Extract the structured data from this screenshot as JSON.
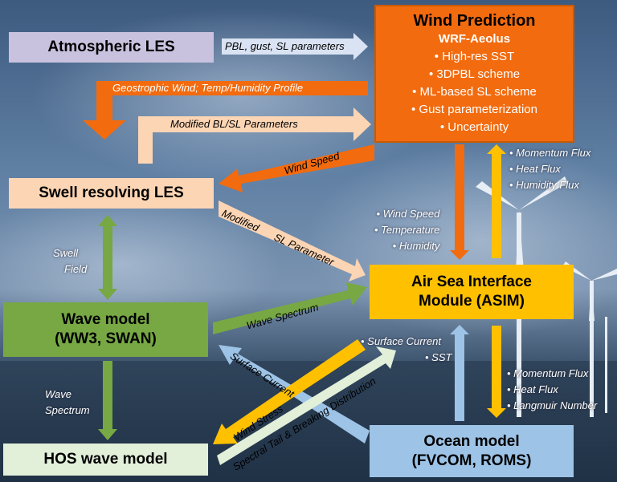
{
  "boxes": {
    "atmospheric_les": "Atmospheric LES",
    "wind_prediction": {
      "title": "Wind Prediction",
      "subtitle": "WRF-Aeolus",
      "items": [
        "High-res SST",
        "3DPBL scheme",
        "ML-based SL scheme",
        "Gust parameterization",
        "Uncertainty"
      ]
    },
    "swell_les": "Swell resolving LES",
    "wave_model": [
      "Wave model",
      "(WW3, SWAN)"
    ],
    "asim": [
      "Air Sea Interface",
      "Module (ASIM)"
    ],
    "hos": "HOS wave model",
    "ocean_model": [
      "Ocean model",
      "(FVCOM, ROMS)"
    ]
  },
  "arrows": {
    "pbl": "PBL, gust, SL parameters",
    "geostrophic": "Geostrophic Wind; Temp/Humidity Profile",
    "modified_bl": "Modified BL/SL Parameters",
    "wind_speed": "Wind Speed",
    "modified_sl": [
      "Modified",
      "SL Parameter"
    ],
    "wave_spectrum": "Wave Spectrum",
    "surface_current": "Surface Current",
    "wind_stress": "Wind Stress",
    "spectral_tail": "Spectral Tail & Breaking Distribution"
  },
  "labels": {
    "up_flux": [
      "• Momentum Flux",
      "• Heat Flux",
      "• Humidity Flux"
    ],
    "down_vars": [
      "• Wind Speed",
      "• Temperature",
      "• Humidity"
    ],
    "swell_field": [
      "Swell",
      "Field"
    ],
    "wave_spectrum_left": [
      "Wave",
      "Spectrum"
    ],
    "ocean_up": [
      "• Surface Current",
      "• SST"
    ],
    "ocean_down": [
      "• Momentum Flux",
      "• Heat Flux",
      "• Langmuir Number"
    ]
  },
  "colors": {
    "orange": "#F26B0F",
    "yellow": "#FFC000",
    "green": "#77A844",
    "lavender": "#C9C2DE",
    "peach": "#FCD5B4",
    "light_green": "#E2EFD9",
    "blue": "#9DC3E6",
    "light_blue": "#DAE3F3"
  }
}
